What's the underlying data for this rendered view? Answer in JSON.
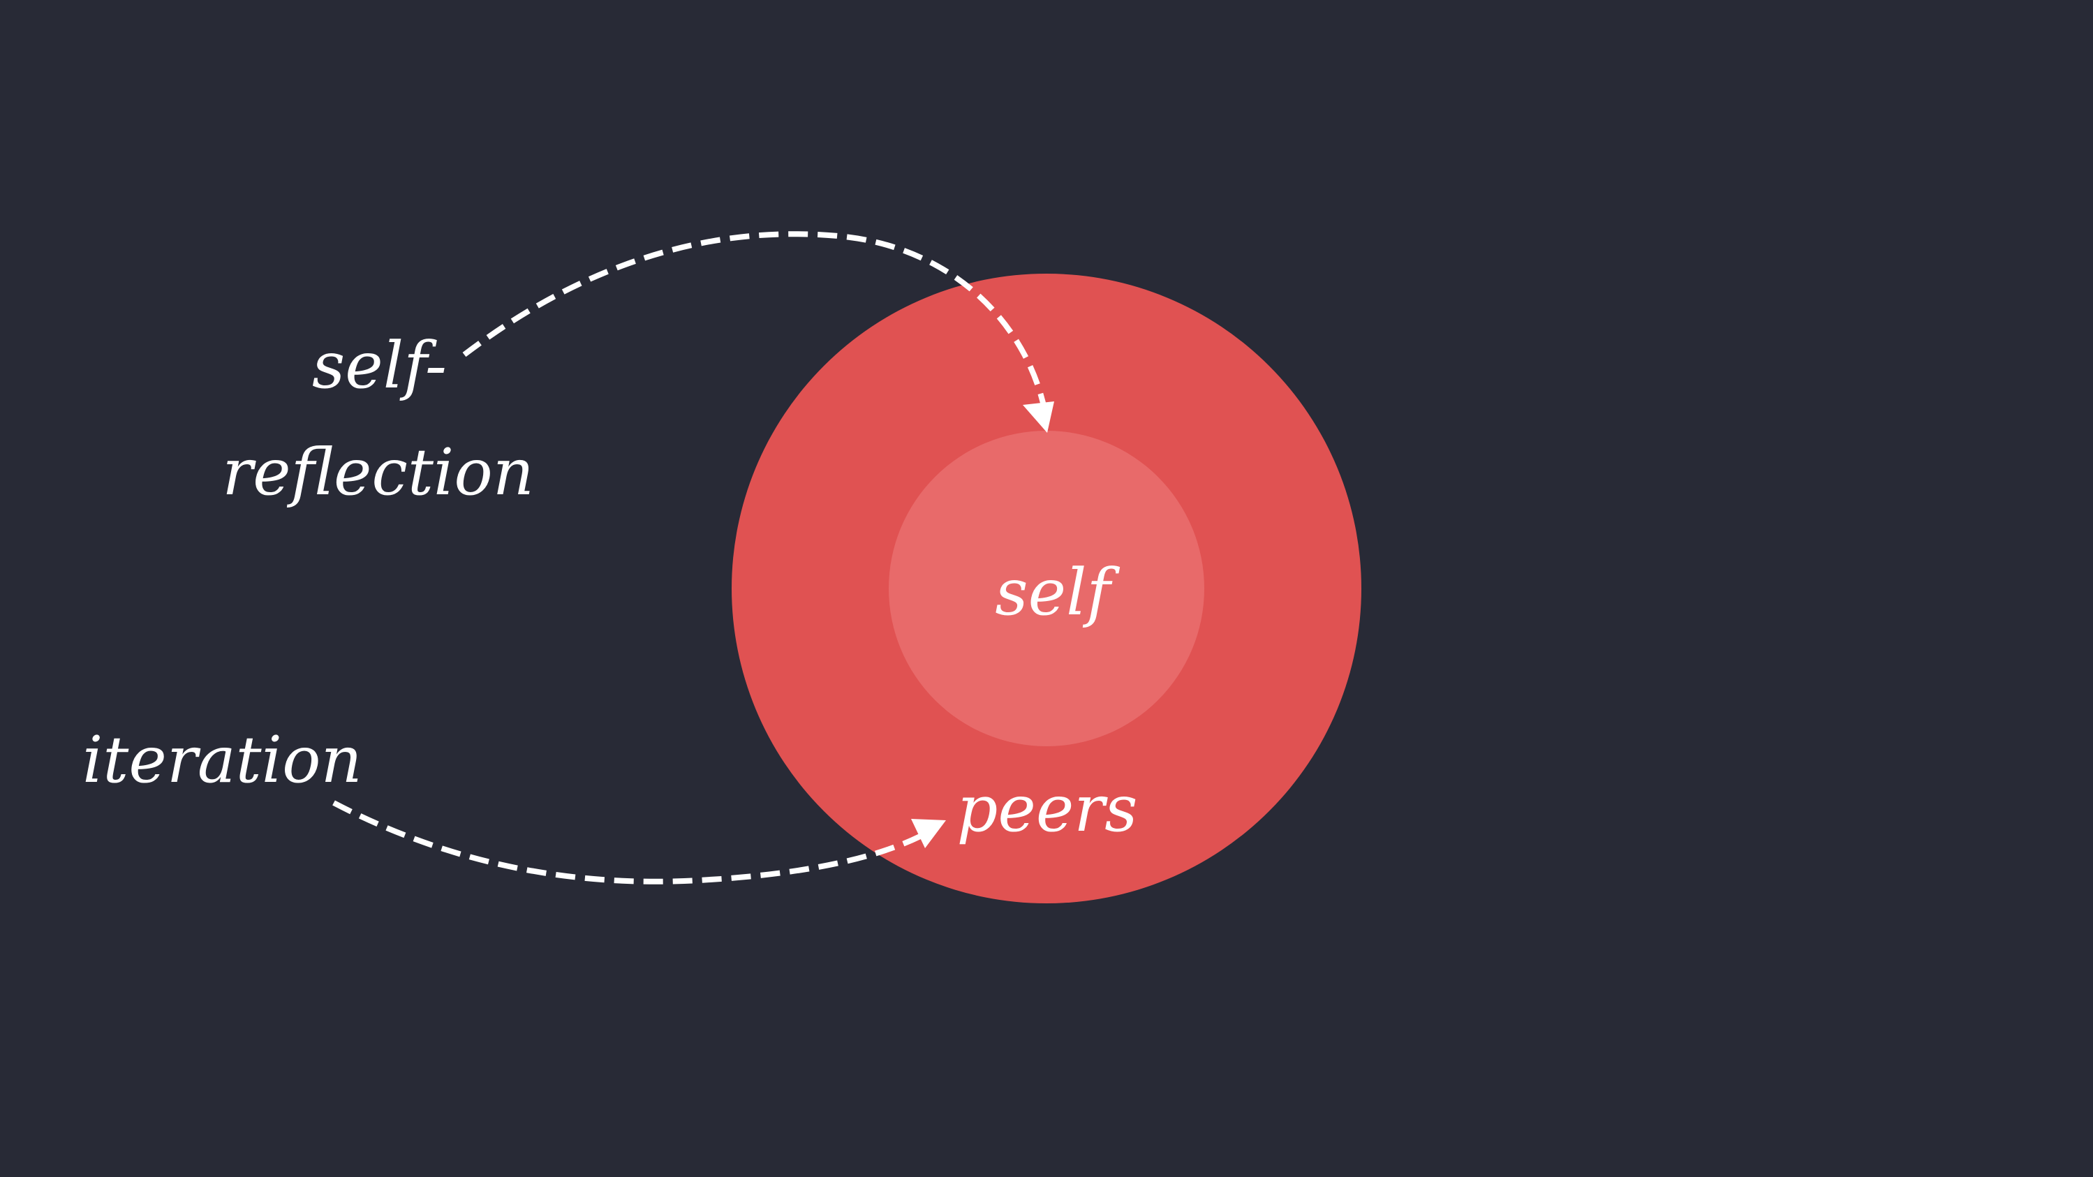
{
  "labels": {
    "self_reflection_line1": "self-",
    "self_reflection_line2": "reflection",
    "iteration": "iteration",
    "self": "self",
    "peers": "peers"
  },
  "colors": {
    "background": "#282a36",
    "outer_circle": "#e05252",
    "inner_circle": "#e86a6a",
    "text": "#ffffff",
    "arrow": "#ffffff"
  }
}
